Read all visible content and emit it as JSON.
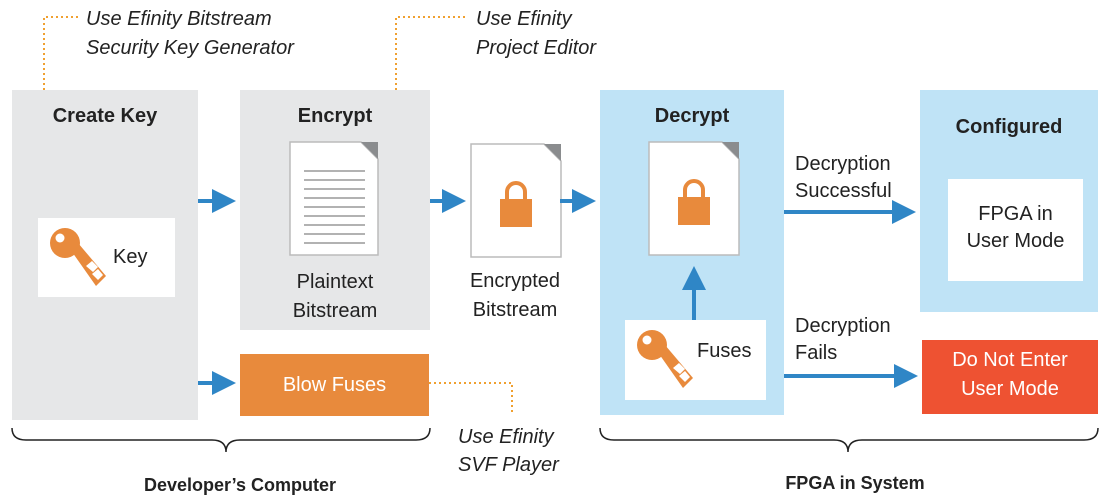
{
  "notes": {
    "key_generator": [
      "Use Efinity Bitstream",
      "Security Key Generator"
    ],
    "project_editor": [
      "Use Efinity",
      "Project Editor"
    ],
    "svf_player": [
      "Use Efinity",
      "SVF Player"
    ]
  },
  "create_key": {
    "title": "Create Key",
    "key_label": "Key"
  },
  "encrypt": {
    "title": "Encrypt",
    "caption": [
      "Plaintext",
      "Bitstream"
    ]
  },
  "encrypted": {
    "caption": [
      "Encrypted",
      "Bitstream"
    ]
  },
  "blow_fuses": {
    "label": "Blow Fuses"
  },
  "decrypt": {
    "title": "Decrypt",
    "fuses_label": "Fuses"
  },
  "success": {
    "label": [
      "Decryption",
      "Successful"
    ]
  },
  "fails": {
    "label": [
      "Decryption",
      "Fails"
    ]
  },
  "configured": {
    "title": "Configured",
    "card": [
      "FPGA in",
      "User Mode"
    ]
  },
  "do_not_enter": {
    "label": [
      "Do Not Enter",
      "User Mode"
    ]
  },
  "groups": {
    "developer": "Developer’s Computer",
    "fpga": "FPGA in System"
  },
  "colors": {
    "gray_panel": "#e6e7e8",
    "blue_panel": "#bfe3f6",
    "arrow_blue": "#2f86c6",
    "key_orange": "#e88a3c",
    "alert_red": "#ee5232",
    "dotted_orange": "#f0a030"
  }
}
